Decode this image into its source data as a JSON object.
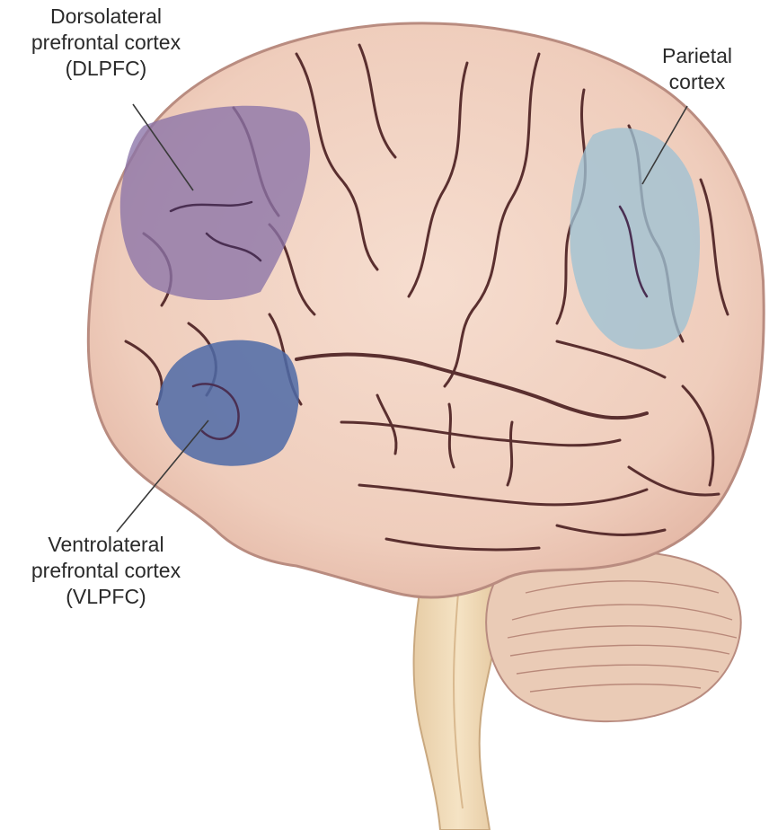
{
  "labels": {
    "dlpfc": [
      "Dorsolateral",
      "prefrontal cortex",
      "(DLPFC)"
    ],
    "parietal": [
      "Parietal",
      "cortex"
    ],
    "vlpfc": [
      "Ventrolateral",
      "prefrontal cortex",
      "(VLPFC)"
    ]
  },
  "colors": {
    "background": "#ffffff",
    "brain_fill": "#f1d1c0",
    "brain_outline": "#b98c80",
    "sulcus": "#5a2f2f",
    "dlpfc_region": "#8a73a8",
    "vlpfc_region": "#4e6aa7",
    "parietal_region": "#9dc2d4",
    "brainstem": "#f1dcb8",
    "cerebellum": "#e8c9b4",
    "leader_line": "#3a3a3a"
  }
}
